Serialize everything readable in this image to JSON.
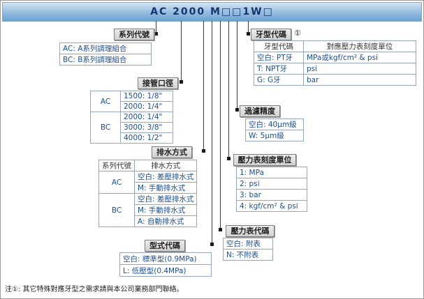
{
  "title": "AC 2000 M□□1W□",
  "note": "注①: 其它特殊對應牙型之需求請與本公司業務部門聯絡。",
  "colors": {
    "header_gradient_top": "#d3e6f5",
    "header_gradient_bottom": "#6aa2d2",
    "title_text": "#16366b",
    "table_text": "#1d4f91",
    "connector": "#3a3a3a",
    "label_bg": "#d2d2d2"
  },
  "sections": {
    "series": {
      "label": "系列代號",
      "rows": [
        "AC: A系列調理組合",
        "BC: B系列調理組合"
      ]
    },
    "port": {
      "label": "接管口徑",
      "groups": [
        {
          "name": "AC",
          "rows": [
            "1500: 1/8\"",
            "2000: 1/4\""
          ]
        },
        {
          "name": "BC",
          "rows": [
            "2000: 1/4\"",
            "3000: 3/8\"",
            "4000: 1/2\""
          ]
        }
      ]
    },
    "drain": {
      "label": "排水方式",
      "header": [
        "系列代號",
        "排水方式"
      ],
      "groups": [
        {
          "name": "AC",
          "rows": [
            "空白: 差壓排水式",
            "M: 手動排水式"
          ]
        },
        {
          "name": "BC",
          "rows": [
            "空白: 差壓排水式",
            "M: 手動排水式",
            "A: 自動排水式"
          ]
        }
      ]
    },
    "type": {
      "label": "型式代碼",
      "rows": [
        "空白: 標準型(0.9MPa)",
        "L: 低壓型(0.4MPa)"
      ]
    },
    "thread": {
      "label": "牙型代碼",
      "note_mark": "①",
      "header": [
        "牙型代碼",
        "對應壓力表刻度單位"
      ],
      "rows": [
        [
          "空白: PT牙",
          "MPa或kgf/cm² & psi"
        ],
        [
          "T: NPT牙",
          "psi"
        ],
        [
          "G: G牙",
          "bar"
        ]
      ]
    },
    "filtration": {
      "label": "過濾精度",
      "rows": [
        "空白: 40μm級",
        "W: 5μm級"
      ]
    },
    "gauge_unit": {
      "label": "壓力表刻度單位",
      "rows": [
        "1: MPa",
        "2: psi",
        "3: bar",
        "4: kgf/cm² & psi"
      ]
    },
    "gauge": {
      "label": "壓力表代碼",
      "rows": [
        "空白: 附表",
        "N: 不附表"
      ]
    }
  }
}
